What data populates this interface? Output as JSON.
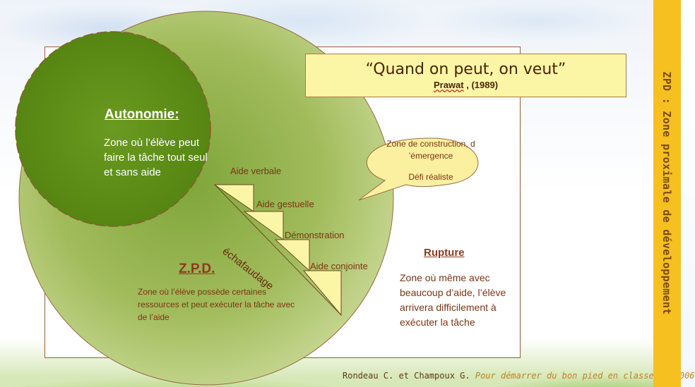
{
  "sidebar": {
    "title": "ZPD : Zone proximale de développement"
  },
  "quote": {
    "text": "“Quand on peut, on veut”",
    "author_name": "Prawat",
    "author_year": " , (1989)"
  },
  "autonomie": {
    "title": "Autonomie:",
    "body": "Zone où l’élève peut faire la tâche tout seul et sans aide"
  },
  "zpd": {
    "title": "Z.P.D.",
    "body": "Zone où l’élève possède certaines ressources et peut exécuter la tâche avec de l’aide"
  },
  "steps": [
    "Aide verbale",
    "Aide gestuelle",
    "Démonstration",
    "Aide conjointe"
  ],
  "scaffold_label": "échafaudage",
  "bubble": {
    "line1": "Zone de construction, d ’émergence",
    "line2": "Défi réaliste"
  },
  "rupture": {
    "title": "Rupture",
    "body": "Zone où même avec beaucoup d’aide, l’élève arrivera difficilement à exécuter la tâche"
  },
  "credit": {
    "authors": "Rondeau C. et Champoux G.",
    "work": "Pour démarrer du bon pied en classe SL 2006"
  },
  "colors": {
    "sidebar": "#f5c020",
    "dark_green": "#5f8e1a",
    "light_green": "#a8c060",
    "title_box": "#fbf5a6",
    "brown_text": "#7b3415"
  }
}
